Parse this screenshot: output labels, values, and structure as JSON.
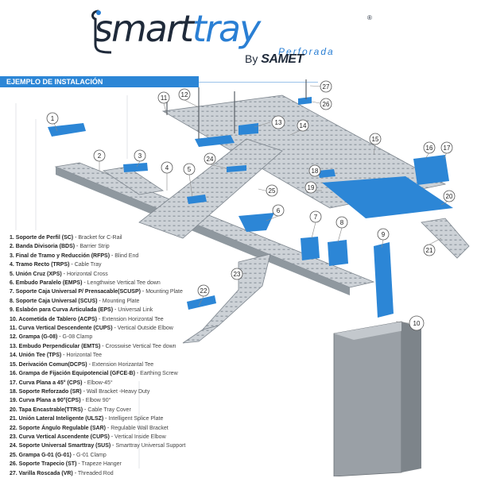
{
  "brand": {
    "smart": "smart",
    "tray": "tray",
    "subtitle": "Perforada",
    "registered": "®",
    "by": "By",
    "maker": "SAMET"
  },
  "banner": "EJEMPLO DE INSTALACIÓN",
  "legend": [
    {
      "num": "1.",
      "name": "Soporte de Perfil (SC)",
      "en": "Bracket for C-Rail"
    },
    {
      "num": "2.",
      "name": "Banda Divisoria (BDS)",
      "en": "Barrier Strip"
    },
    {
      "num": "3.",
      "name": "Final de Tramo y Reducción (RFPS)",
      "en": "Blind End"
    },
    {
      "num": "4.",
      "name": "Tramo Recto (TRPS)",
      "en": "Cable Tray"
    },
    {
      "num": "5.",
      "name": "Unión Cruz (XPS)",
      "en": "Horizontal Cross"
    },
    {
      "num": "6.",
      "name": "Embudo Paralelo (EMPS)",
      "en": "Lengthwise Vertical Tee down"
    },
    {
      "num": "7.",
      "name": "Soporte Caja Universal P/ Prensacable(SCUSP)",
      "en": "Mounting Plate"
    },
    {
      "num": "8.",
      "name": "Soporte Caja Universal (SCUS)",
      "en": "Mounting Plate"
    },
    {
      "num": "9.",
      "name": "Eslabón para Curva Articulada (EPS)",
      "en": "Universal Link"
    },
    {
      "num": "10.",
      "name": "Acometida de Tablero (ACPS)",
      "en": "Extension Horizontal Tee"
    },
    {
      "num": "11.",
      "name": "Curva Vertical Descendente (CUPS)",
      "en": "Vertical Outside Elbow"
    },
    {
      "num": "12.",
      "name": "Grampa (G-08)",
      "en": "G-08 Clamp"
    },
    {
      "num": "13.",
      "name": "Embudo Perpendicular (EMTS)",
      "en": "Crosswise Vertical Tee down"
    },
    {
      "num": "14.",
      "name": "Unión Tee (TPS)",
      "en": "Horizontal Tee"
    },
    {
      "num": "15.",
      "name": "Derivación Comun(DCPS)",
      "en": "Extension Horizantal Tee"
    },
    {
      "num": "16.",
      "name": "Grampa de Fijación Equipotencial (GFCE-B)",
      "en": "Earthing Screw"
    },
    {
      "num": "17.",
      "name": "Curva Plana a 45° (CPS)",
      "en": "Elbow-45°"
    },
    {
      "num": "18.",
      "name": "Soporte Reforzado (SR)",
      "en": "Wall Bracket -Heavy Duty"
    },
    {
      "num": "19.",
      "name": "Curva Plana a 90°(CPS)",
      "en": "Elbow 90°"
    },
    {
      "num": "20.",
      "name": "Tapa Encastrable(TTRS)",
      "en": "Cable Tray Cover"
    },
    {
      "num": "21.",
      "name": "Unión Lateral Inteligente (ULSZ)",
      "en": "Intelligent Splice Plate"
    },
    {
      "num": "22.",
      "name": "Soporte Ángulo Regulable (SAR)",
      "en": "Regulable Wall Bracket"
    },
    {
      "num": "23.",
      "name": "Curva Vertical Ascendente (CUPS)",
      "en": "Vertical Inside Elbow"
    },
    {
      "num": "24.",
      "name": "Soporte Universal Smarttray  (SUS)",
      "en": "Smarttray Universal Support"
    },
    {
      "num": "25.",
      "name": "Grampa G-01 (G-01)",
      "en": "G-01 Clamp"
    },
    {
      "num": "26.",
      "name": "Soporte Trapecio (ST)",
      "en": "Trapeze Hanger"
    },
    {
      "num": "27.",
      "name": "Varilla Roscada (VR)",
      "en": "Threaded Rod"
    }
  ],
  "callouts": [
    "1",
    "2",
    "3",
    "4",
    "5",
    "6",
    "7",
    "8",
    "9",
    "10",
    "11",
    "12",
    "13",
    "14",
    "15",
    "16",
    "17",
    "18",
    "19",
    "20",
    "21",
    "22",
    "23",
    "24",
    "25",
    "26",
    "27"
  ],
  "colors": {
    "accent": "#2c86d6",
    "tray": "#c9ced3",
    "tray_dark": "#8c949b",
    "cabinet": "#9aa0a6",
    "text": "#1f2a3a"
  }
}
